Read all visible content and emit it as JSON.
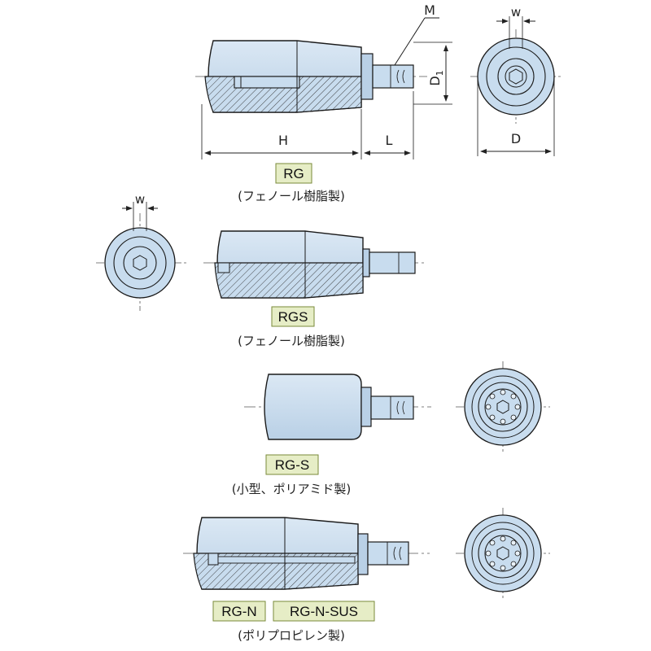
{
  "dimensions": {
    "M": "M",
    "w": "w",
    "D1": "D",
    "D1_sub": "1",
    "D": "D",
    "H": "H",
    "L": "L"
  },
  "variants": [
    {
      "codes": [
        "RG"
      ],
      "caption": "(フェノール樹脂製)"
    },
    {
      "codes": [
        "RGS"
      ],
      "caption": "(フェノール樹脂製)"
    },
    {
      "codes": [
        "RG-S"
      ],
      "caption": "(小型、ポリアミド製)"
    },
    {
      "codes": [
        "RG-N",
        "RG-N-SUS"
      ],
      "caption": "(ポリプロピレン製)"
    }
  ],
  "colors": {
    "fill": "#c8dcee",
    "fill_dark": "#9fbad2",
    "line": "#1a1a1a",
    "label_bg": "#e6edc6",
    "label_border": "#7a8a3a"
  }
}
